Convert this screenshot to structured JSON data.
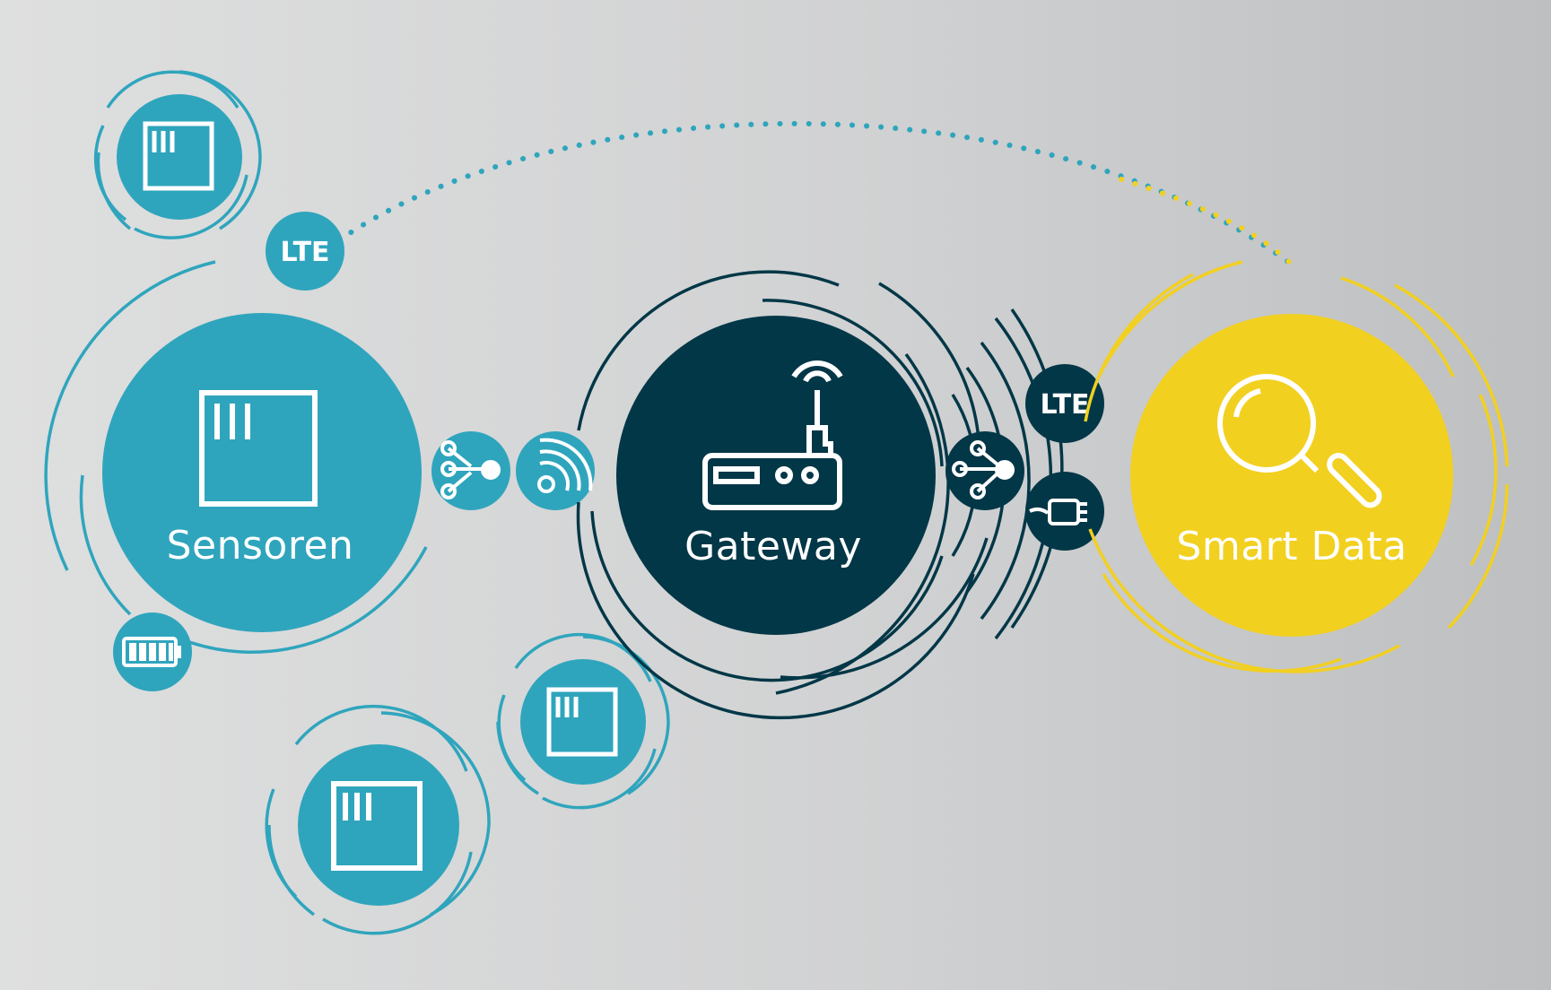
{
  "colors": {
    "teal": "#2fa5bd",
    "navy": "#023747",
    "yellow": "#f2d020",
    "white": "#ffffff"
  },
  "nodes": {
    "sensors": {
      "label": "Sensoren",
      "icon": "sensor-box-icon"
    },
    "gateway": {
      "label": "Gateway",
      "icon": "router-icon"
    },
    "smart_data": {
      "label": "Smart Data",
      "icon": "magnifier-icon"
    }
  },
  "badges": {
    "lte_top": "LTE",
    "lte_gateway": "LTE",
    "battery": "battery-icon",
    "share_sensor": "share-icon",
    "signal_sensor": "wireless-signal-icon",
    "share_gateway": "share-icon",
    "cable_gateway": "cable-plug-icon"
  },
  "satellites": [
    "sensor-box-icon",
    "sensor-box-icon",
    "sensor-box-icon"
  ]
}
